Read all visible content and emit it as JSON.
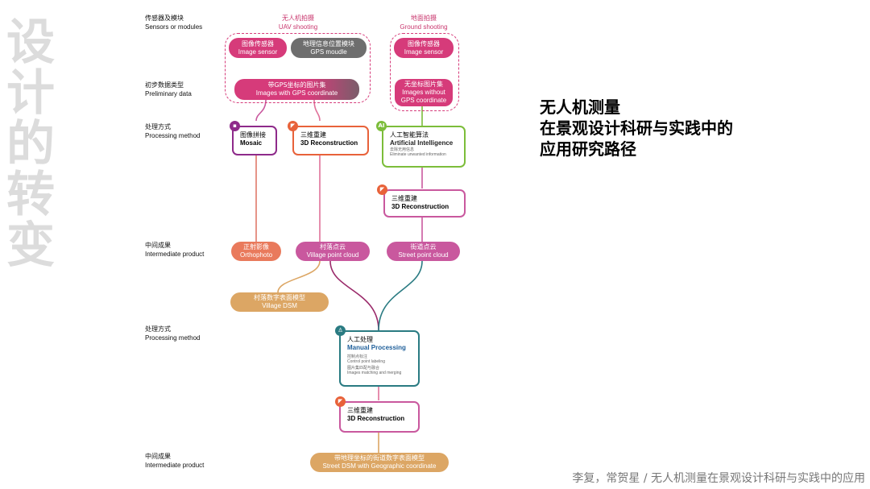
{
  "side_title": [
    "设",
    "计",
    "的",
    "转",
    "变"
  ],
  "main_title": [
    "无人机测量",
    "在景观设计科研与实践中的",
    "应用研究路径"
  ],
  "footer": "李复，常贺星 / 无人机测量在景观设计科研与实践中的应用",
  "row_labels": {
    "sensors": {
      "zh": "传感器及模块",
      "en": "Sensors or modules"
    },
    "preliminary": {
      "zh": "初步数据类型",
      "en": "Preliminary data"
    },
    "processing1": {
      "zh": "处理方式",
      "en": "Processing method"
    },
    "intermediate1": {
      "zh": "中间成果",
      "en": "Intermediate product"
    },
    "processing2": {
      "zh": "处理方式",
      "en": "Processing method"
    },
    "intermediate2": {
      "zh": "中间成果",
      "en": "Intermediate product"
    }
  },
  "headers": {
    "uav": {
      "zh": "无人机拍摄",
      "en": "UAV shooting"
    },
    "ground": {
      "zh": "地面拍摄",
      "en": "Ground shooting"
    }
  },
  "nodes": {
    "image_sensor_uav": {
      "zh": "图像传感器",
      "en": "Image sensor"
    },
    "gps_module": {
      "zh": "地理信息位置模块",
      "en": "GPS moudle"
    },
    "image_sensor_ground": {
      "zh": "图像传感器",
      "en": "Image sensor"
    },
    "images_gps": {
      "zh": "带GPS坐标的图片集",
      "en": "Images with GPS coordinate"
    },
    "images_no_gps": {
      "zh": "无坐标图片集",
      "en": "Images without",
      "en2": "GPS coordinate"
    },
    "mosaic": {
      "zh": "图像拼接",
      "en": "Mosaic"
    },
    "reconstruction1": {
      "zh": "三维重建",
      "en": "3D Reconstruction"
    },
    "ai": {
      "zh": "人工智能算法",
      "en": "Artificial Intelligence",
      "small": "去除无用信息",
      "small_en": "Eliminate unwanted information"
    },
    "reconstruction2": {
      "zh": "三维重建",
      "en": "3D Reconstruction"
    },
    "orthophoto": {
      "zh": "正射影像",
      "en": "Orthophoto"
    },
    "village_cloud": {
      "zh": "村落点云",
      "en": "Village point cloud"
    },
    "street_cloud": {
      "zh": "街道点云",
      "en": "Street point cloud"
    },
    "village_dsm": {
      "zh": "村落数字表面模型",
      "en": "Village DSM"
    },
    "manual": {
      "zh": "人工处理",
      "en": "Manual Processing",
      "s1": "控制点标注",
      "s1_en": "Control point labeling",
      "s2": "图片集匹配与融合",
      "s2_en": "Images matching and merging"
    },
    "reconstruction3": {
      "zh": "三维重建",
      "en": "3D Reconstruction"
    },
    "street_dsm": {
      "zh": "带地理坐标的街道数字表面模型",
      "en": "Street DSM with Geographic coordinate"
    }
  },
  "badges": {
    "ai": "AI"
  },
  "colors": {
    "pink": "#d63b7a",
    "gray": "#6e6e6e",
    "purple": "#8e2a8a",
    "orange": "#e8623a",
    "green": "#7cbd3a",
    "salmon": "#e97a5c",
    "rose": "#c9589e",
    "tan": "#dca664",
    "teal": "#2a7b82"
  }
}
